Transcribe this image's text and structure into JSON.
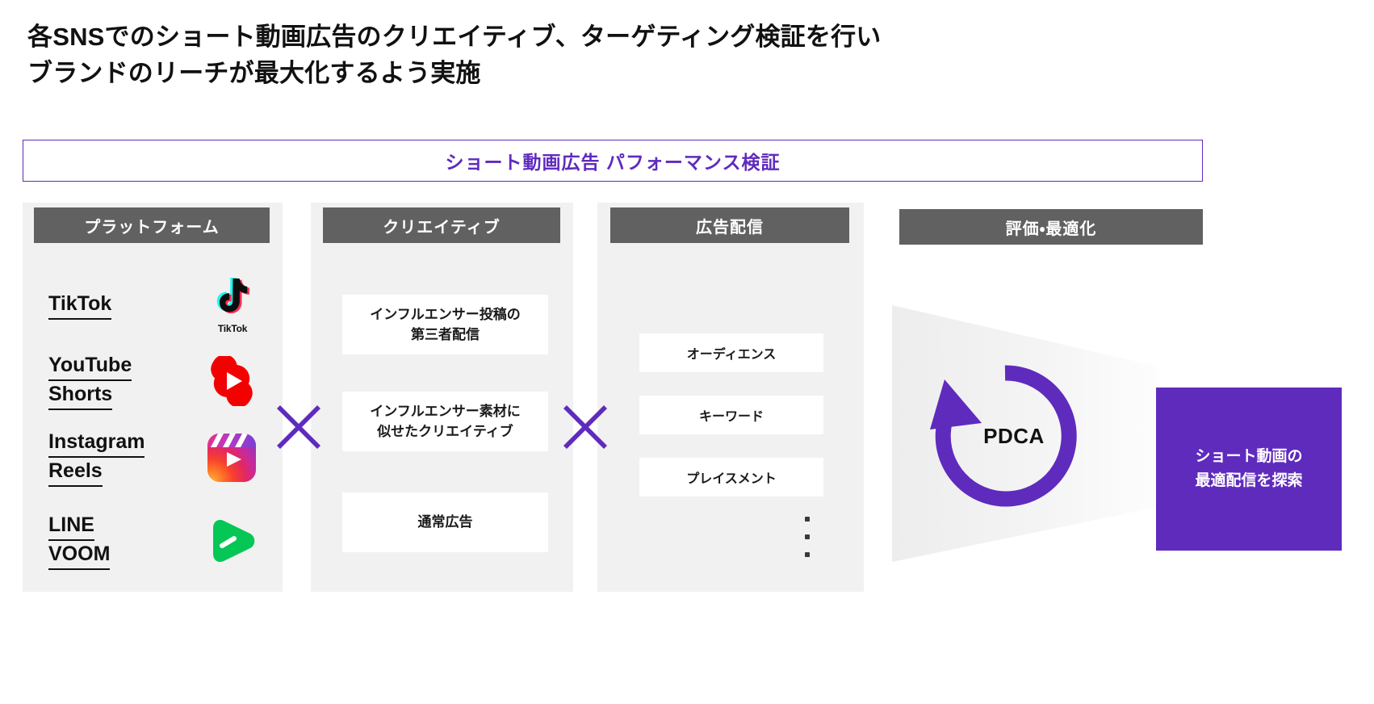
{
  "slide": {
    "title_line1": "各SNSでのショート動画広告のクリエイティブ、ターゲティング検証を行い",
    "title_line2": "ブランドのリーチが最大化するよう実施",
    "banner_label": "ショート動画広告 パフォーマンス検証",
    "accent_color": "#5f2bbd",
    "header_bg_color": "#616161",
    "panel_bg_color": "#f1f1f1"
  },
  "columns": [
    {
      "id": "platform",
      "header": "プラットフォーム"
    },
    {
      "id": "creative",
      "header": "クリエイティブ"
    },
    {
      "id": "delivery",
      "header": "広告配信"
    },
    {
      "id": "optimization",
      "header": "評価・最適化"
    }
  ],
  "platforms": [
    {
      "name": "TikTok",
      "lines": [
        "TikTok"
      ],
      "icon": "tiktok-logo-icon"
    },
    {
      "name": "YouTube Shorts",
      "lines": [
        "YouTube",
        "Shorts"
      ],
      "icon": "youtube-shorts-logo-icon"
    },
    {
      "name": "Instagram Reels",
      "lines": [
        "Instagram",
        "Reels"
      ],
      "icon": "instagram-reels-logo-icon"
    },
    {
      "name": "LINE VOOM",
      "lines": [
        "LINE",
        "VOOM"
      ],
      "icon": "line-voom-logo-icon"
    }
  ],
  "tiktok_wordmark": "TikTok",
  "creatives": [
    {
      "line1": "インフルエンサー投稿の",
      "line2": "第三者配信"
    },
    {
      "line1": "インフルエンサー素材に",
      "line2": "似せたクリエイティブ"
    },
    {
      "line1": "通常広告",
      "line2": ""
    }
  ],
  "delivery_targets": [
    {
      "label": "オーディエンス"
    },
    {
      "label": "キーワード"
    },
    {
      "label": "プレイスメント"
    }
  ],
  "delivery_more": "⋮",
  "operators": {
    "multiply_1": "×",
    "multiply_2": "×"
  },
  "optimization": {
    "cycle_label": "PDCA",
    "result_line1": "ショート動画の",
    "result_line2": "最適配信を探索"
  }
}
